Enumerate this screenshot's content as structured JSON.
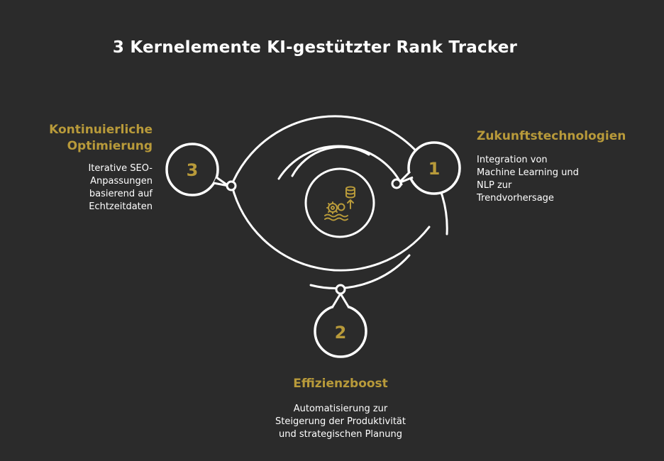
{
  "title": "3 Kernelemente KI-gestützter Rank Tracker",
  "colors": {
    "background": "#2b2b2b",
    "accent": "#b89a3a",
    "line": "#ffffff"
  },
  "center_icon": "cogs-water-database-upload-icon",
  "items": [
    {
      "number": "1",
      "heading": "Zukunftstechnologien",
      "description_lines": [
        "Integration von",
        "Machine Learning und",
        "NLP zur",
        "Trendvorhersage"
      ]
    },
    {
      "number": "2",
      "heading": "Effizienzboost",
      "description_lines": [
        "Automatisierung zur",
        "Steigerung der Produktivität",
        "und strategischen Planung"
      ]
    },
    {
      "number": "3",
      "heading_lines": [
        "Kontinuierliche",
        "Optimierung"
      ],
      "description_lines": [
        "Iterative SEO-",
        "Anpassungen",
        "basierend auf",
        "Echtzeitdaten"
      ]
    }
  ]
}
